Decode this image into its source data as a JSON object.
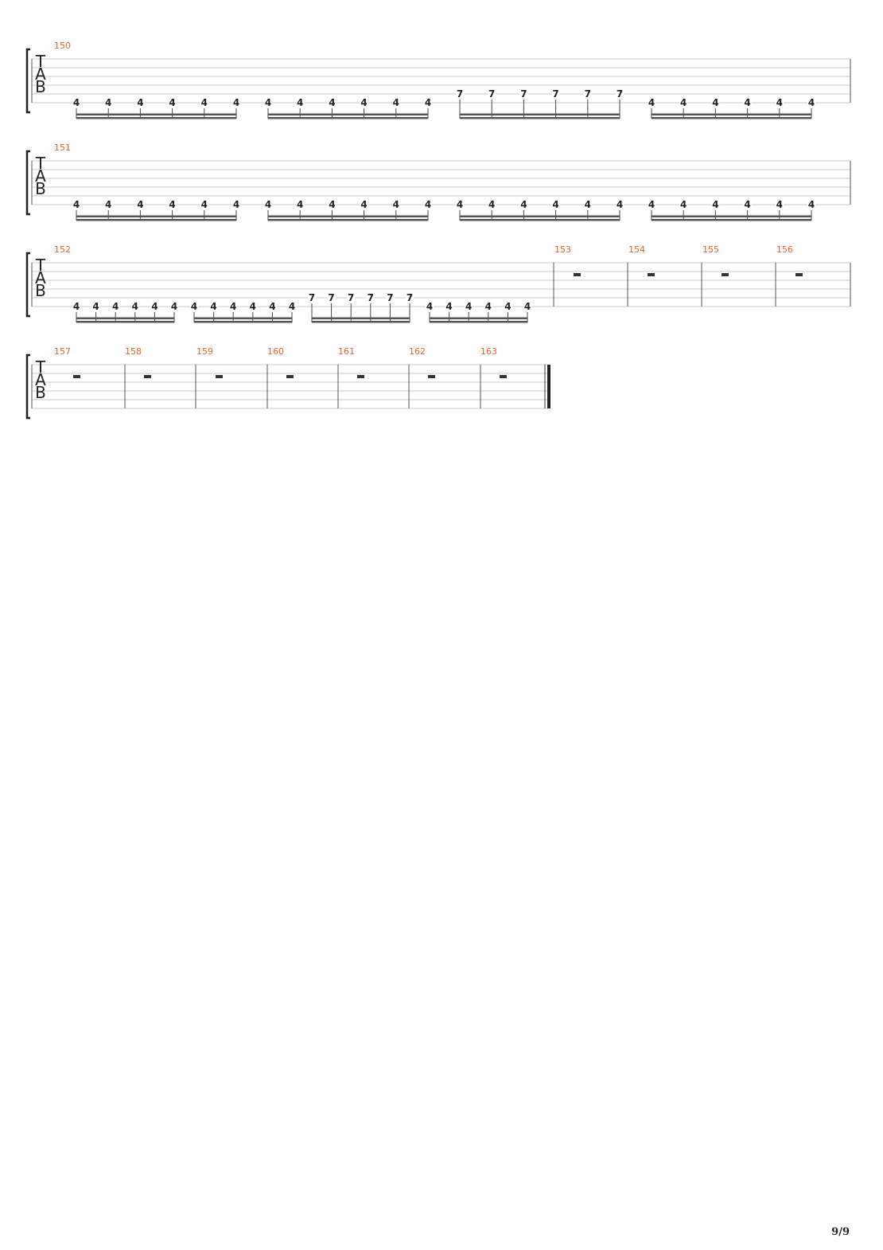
{
  "page_number": "9/9",
  "systems": [
    {
      "tab_letters": [
        "T",
        "A",
        "B"
      ],
      "measures": [
        {
          "number": "150",
          "groups": [
            {
              "string": 6,
              "frets": [
                "4",
                "4",
                "4",
                "4",
                "4",
                "4"
              ]
            },
            {
              "string": 6,
              "frets": [
                "4",
                "4",
                "4",
                "4",
                "4",
                "4"
              ]
            },
            {
              "string": 5,
              "frets": [
                "7",
                "7",
                "7",
                "7",
                "7",
                "7"
              ]
            },
            {
              "string": 6,
              "frets": [
                "4",
                "4",
                "4",
                "4",
                "4",
                "4"
              ]
            }
          ]
        }
      ]
    },
    {
      "tab_letters": [
        "T",
        "A",
        "B"
      ],
      "measures": [
        {
          "number": "151",
          "groups": [
            {
              "string": 6,
              "frets": [
                "4",
                "4",
                "4",
                "4",
                "4",
                "4"
              ]
            },
            {
              "string": 6,
              "frets": [
                "4",
                "4",
                "4",
                "4",
                "4",
                "4"
              ]
            },
            {
              "string": 6,
              "frets": [
                "4",
                "4",
                "4",
                "4",
                "4",
                "4"
              ]
            },
            {
              "string": 6,
              "frets": [
                "4",
                "4",
                "4",
                "4",
                "4",
                "4"
              ]
            }
          ]
        }
      ]
    },
    {
      "tab_letters": [
        "T",
        "A",
        "B"
      ],
      "measures": [
        {
          "number": "152",
          "groups": [
            {
              "string": 6,
              "frets": [
                "4",
                "4",
                "4",
                "4",
                "4",
                "4"
              ]
            },
            {
              "string": 6,
              "frets": [
                "4",
                "4",
                "4",
                "4",
                "4",
                "4"
              ]
            },
            {
              "string": 5,
              "frets": [
                "7",
                "7",
                "7",
                "7",
                "7",
                "7"
              ]
            },
            {
              "string": 6,
              "frets": [
                "4",
                "4",
                "4",
                "4",
                "4",
                "4"
              ]
            }
          ]
        },
        {
          "number": "153",
          "rest": true
        },
        {
          "number": "154",
          "rest": true
        },
        {
          "number": "155",
          "rest": true
        },
        {
          "number": "156",
          "rest": true
        }
      ]
    },
    {
      "tab_letters": [
        "T",
        "A",
        "B"
      ],
      "final_barline": true,
      "measures": [
        {
          "number": "157",
          "rest": true
        },
        {
          "number": "158",
          "rest": true
        },
        {
          "number": "159",
          "rest": true
        },
        {
          "number": "160",
          "rest": true
        },
        {
          "number": "161",
          "rest": true
        },
        {
          "number": "162",
          "rest": true
        },
        {
          "number": "163",
          "rest": true
        }
      ]
    }
  ]
}
